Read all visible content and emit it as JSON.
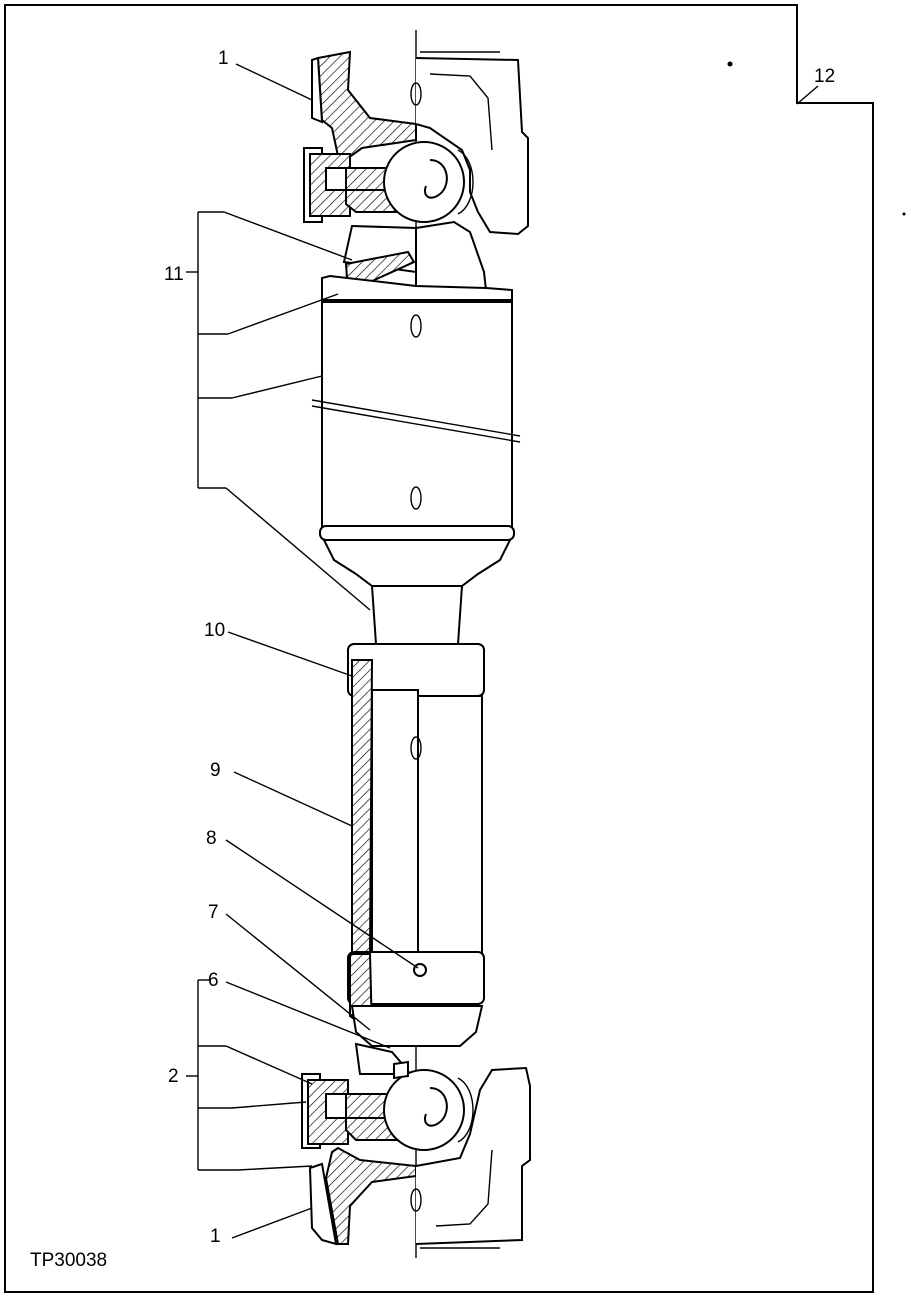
{
  "figure_code": "TP30038",
  "callouts": [
    {
      "id": "c1-top",
      "label": "1"
    },
    {
      "id": "c12",
      "label": "12"
    },
    {
      "id": "c11",
      "label": "11"
    },
    {
      "id": "c10",
      "label": "10"
    },
    {
      "id": "c9",
      "label": "9"
    },
    {
      "id": "c8",
      "label": "8"
    },
    {
      "id": "c7",
      "label": "7"
    },
    {
      "id": "c6",
      "label": "6"
    },
    {
      "id": "c2",
      "label": "2"
    },
    {
      "id": "c1-bottom",
      "label": "1"
    }
  ]
}
